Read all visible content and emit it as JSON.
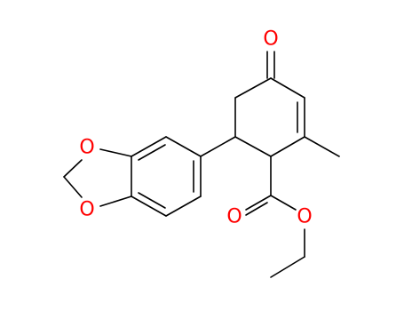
{
  "molecule": {
    "colors": {
      "bond": "#000000",
      "oxygen": "#ff0000"
    },
    "atoms": [
      {
        "id": "O_ketone",
        "label": "O",
        "element": "O"
      },
      {
        "id": "O_dioxole_top",
        "label": "O",
        "element": "O"
      },
      {
        "id": "O_dioxole_bottom",
        "label": "O",
        "element": "O"
      },
      {
        "id": "O_carbonyl",
        "label": "O",
        "element": "O"
      },
      {
        "id": "O_ester",
        "label": "O",
        "element": "O"
      }
    ]
  }
}
